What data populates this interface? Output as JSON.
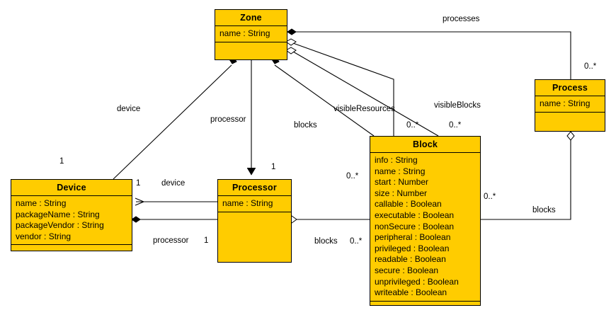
{
  "diagram": {
    "type": "uml-class-diagram",
    "background": "#ffffff",
    "class_fill": "#FFCC00",
    "line_color": "#000000"
  },
  "classes": {
    "zone": {
      "name": "Zone",
      "attributes": [
        "name : String"
      ]
    },
    "process": {
      "name": "Process",
      "attributes": [
        "name : String"
      ]
    },
    "device": {
      "name": "Device",
      "attributes": [
        "name : String",
        "packageName : String",
        "packageVendor : String",
        "vendor : String"
      ]
    },
    "processor": {
      "name": "Processor",
      "attributes": [
        "name : String"
      ]
    },
    "block": {
      "name": "Block",
      "attributes": [
        "info : String",
        "name : String",
        "start : Number",
        "size : Number",
        "callable : Boolean",
        "executable : Boolean",
        "nonSecure : Boolean",
        "peripheral : Boolean",
        "privileged : Boolean",
        "readable : Boolean",
        "secure : Boolean",
        "unprivileged : Boolean",
        "writeable : Boolean"
      ]
    }
  },
  "edge_labels": {
    "processes": "processes",
    "device_zone": "device",
    "processor_zone": "processor",
    "blocks_zone": "blocks",
    "visible_resources": "visibleResources",
    "visible_blocks": "visibleBlocks",
    "device_processor": "device",
    "processor_device": "processor",
    "blocks_processor": "blocks",
    "blocks_process": "blocks"
  },
  "multiplicities": {
    "process_top": "0..*",
    "device_zone_end": "1",
    "processor_zone_end": "1",
    "visible_resources_end": "0..*",
    "visible_blocks_end": "0..*",
    "blocks_zone_end": "0..*",
    "device_right": "1",
    "processor_left": "1",
    "processor_block_end": "0..*",
    "process_block_end": "0..*"
  }
}
